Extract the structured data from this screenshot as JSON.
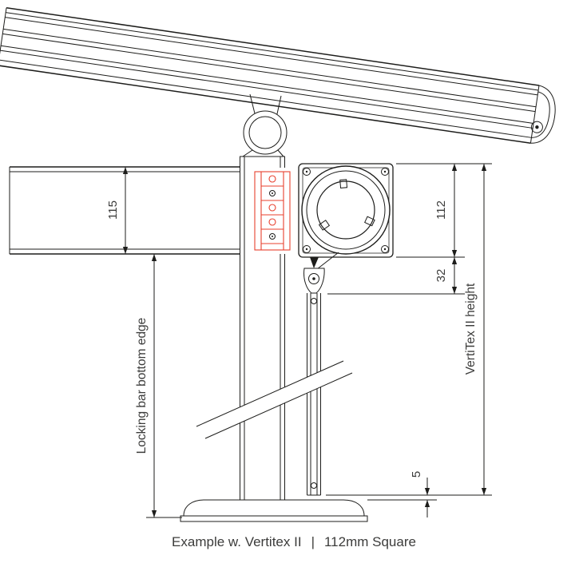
{
  "drawing": {
    "caption": {
      "left": "Example w. Vertitex II",
      "separator": "|",
      "right": "112mm Square"
    },
    "dims": {
      "beam_depth": {
        "value": "115"
      },
      "cassette_size": {
        "value": "112"
      },
      "exit_offset": {
        "value": "32"
      },
      "ground_gap": {
        "value": "5"
      },
      "vertitex_height": {
        "label": "VertiTex II height"
      },
      "locking_bar": {
        "label": "Locking bar bottom edge"
      }
    },
    "colors": {
      "line": "#1d1d1b",
      "accent": "#e8402e",
      "text": "#3c3c3b"
    }
  }
}
